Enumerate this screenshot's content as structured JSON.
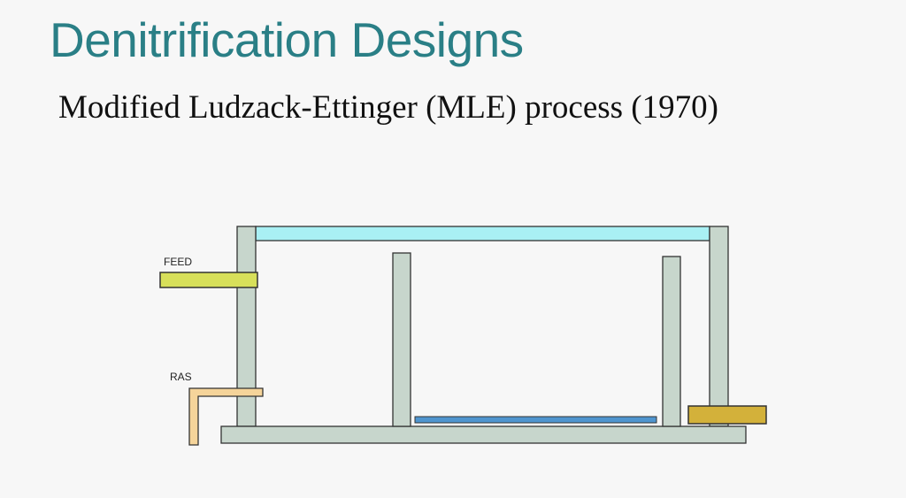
{
  "slide": {
    "title": "Denitrification Designs",
    "subtitle": "Modified Ludzack-Ettinger (MLE) process (1970)"
  },
  "diagram": {
    "labels": {
      "feed": "FEED",
      "ras": "RAS"
    }
  },
  "colors": {
    "title": "#2a7f86",
    "wall": "#c7d6cc",
    "water_surface": "#a9f0f4",
    "diffuser": "#4f95cf",
    "feed_pipe": "#d8e05a",
    "ras_pipe": "#f5d49a",
    "effluent_pipe": "#d3b13a",
    "outline": "#333333"
  }
}
